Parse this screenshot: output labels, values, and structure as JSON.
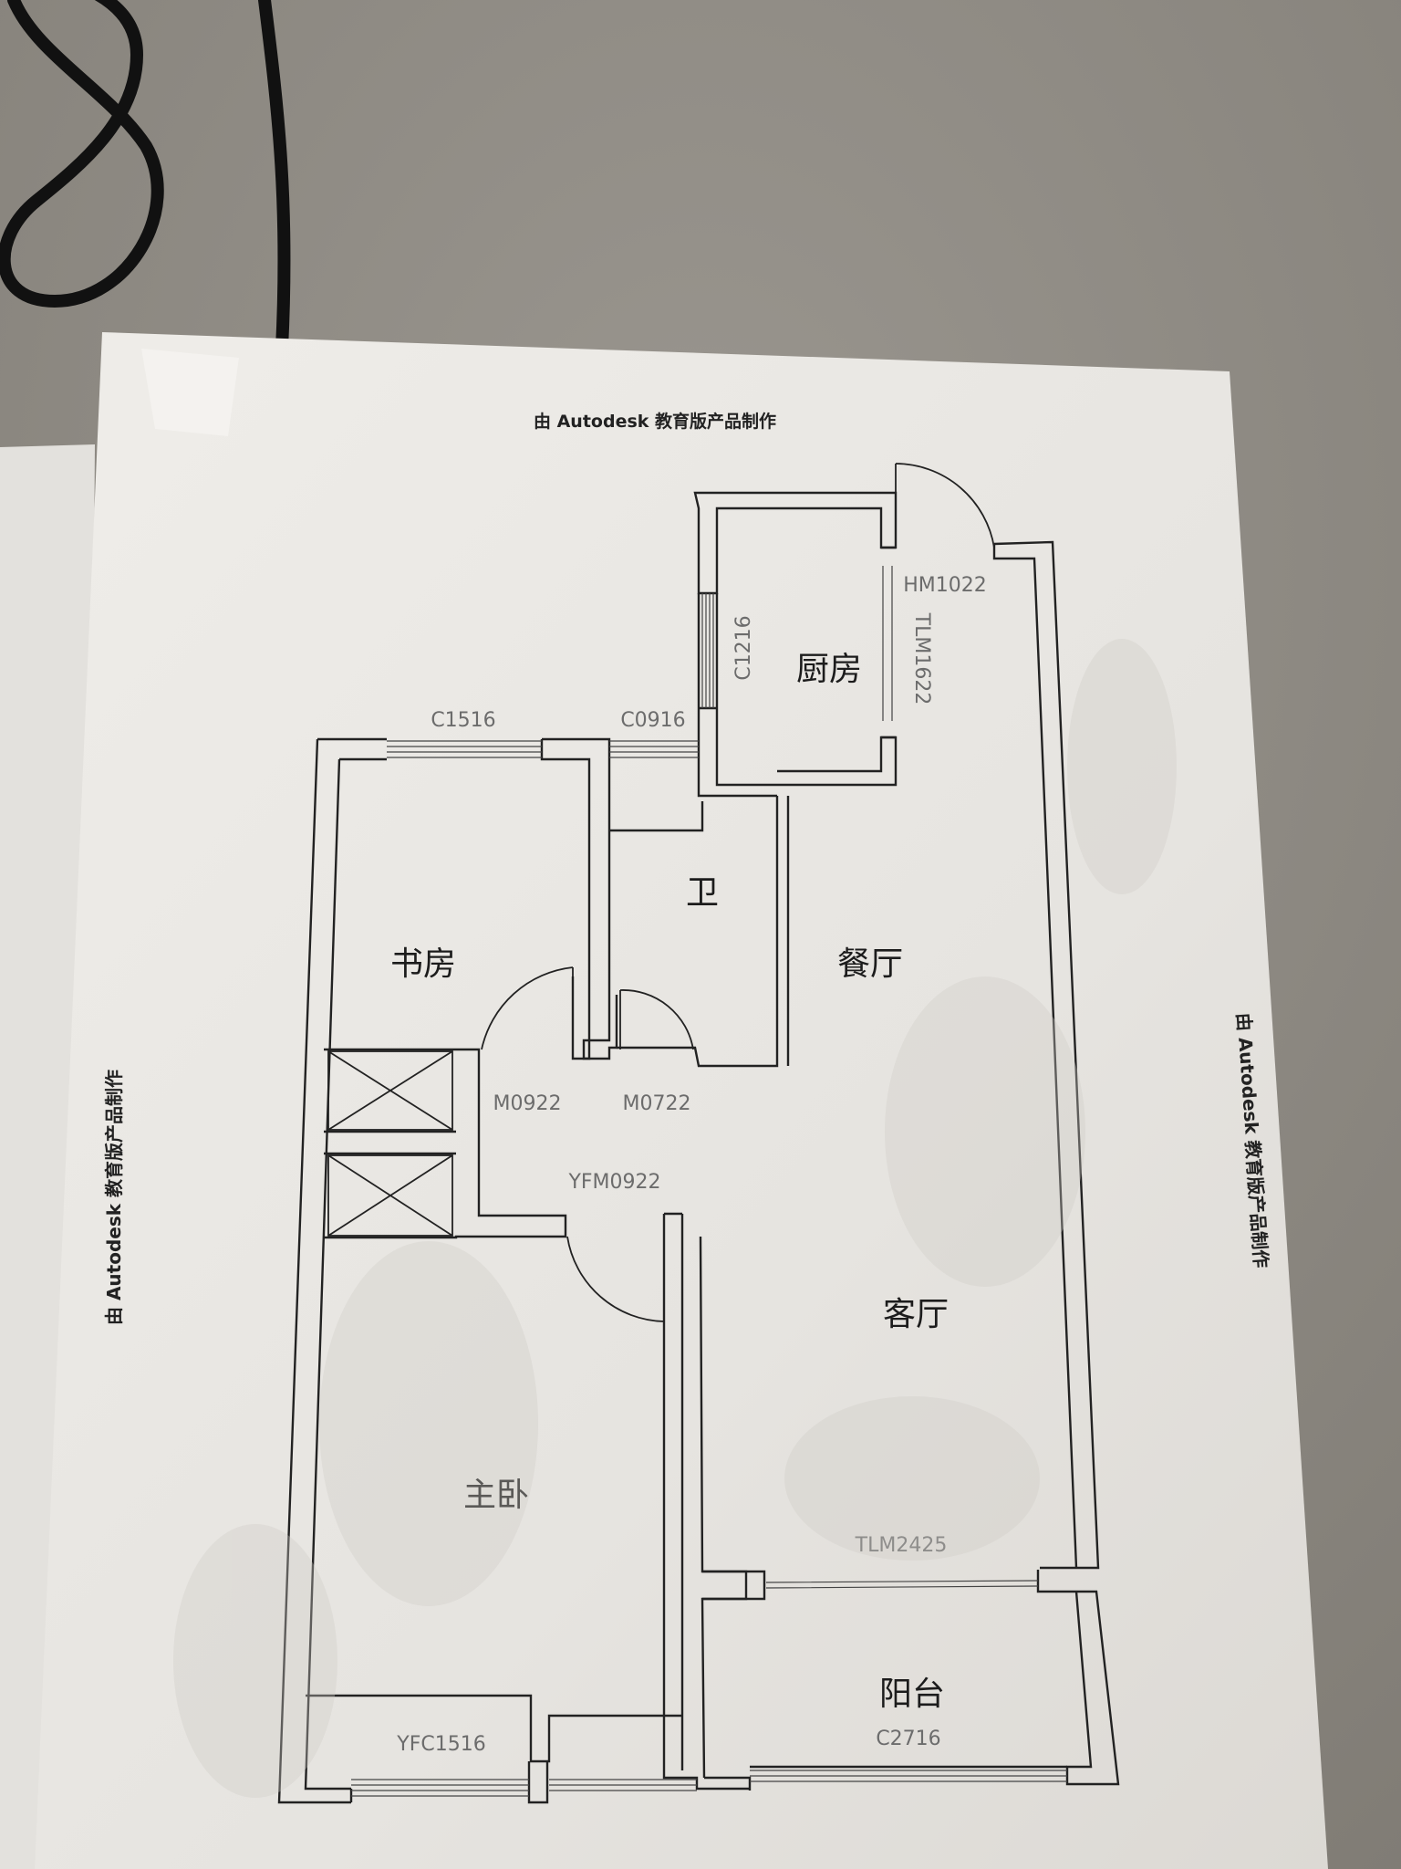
{
  "watermark": {
    "top": "由 Autodesk 教育版产品制作",
    "left": "由 Autodesk 教育版产品制作",
    "right": "由 Autodesk 教育版产品制作"
  },
  "rooms": {
    "kitchen": "厨房",
    "bathroom": "卫",
    "study": "书房",
    "dining": "餐厅",
    "living": "客厅",
    "master_bedroom": "主卧",
    "balcony": "阳台"
  },
  "openings": {
    "entry_door": "HM1022",
    "kitchen_window": "C1216",
    "kitchen_sliding_door": "TLM1622",
    "study_window": "C1516",
    "bath_window": "C0916",
    "study_door": "M0922",
    "bath_door": "M0722",
    "bedroom_door": "YFM0922",
    "living_sliding_door": "TLM2425",
    "bedroom_window": "YFC1516",
    "balcony_window": "C2716"
  },
  "colors": {
    "paper": "#e8e6e2",
    "concrete": "#8e8a83",
    "wall_line": "#222222"
  }
}
